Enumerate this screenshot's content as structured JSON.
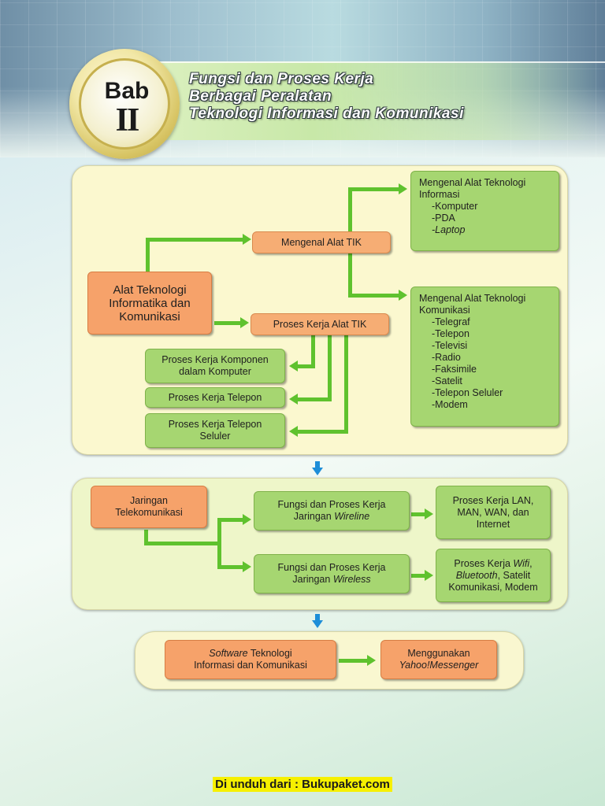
{
  "header": {
    "badge_label": "Bab",
    "badge_number": "II",
    "title_lines": [
      "Fungsi dan Proses Kerja",
      "Berbagai Peralatan",
      "Teknologi Informasi dan Komunikasi"
    ]
  },
  "section1": {
    "root": [
      "Alat Teknologi",
      "Informatika dan",
      "Komunikasi"
    ],
    "mengenal": "Mengenal Alat TIK",
    "proses": "Proses Kerja Alat TIK",
    "informasi": {
      "heading": [
        "Mengenal Alat Teknologi",
        "Informasi"
      ],
      "items": [
        "-Komputer",
        "-PDA",
        "-Laptop"
      ]
    },
    "komunikasi": {
      "heading": [
        "Mengenal Alat Teknologi",
        "Komunikasi"
      ],
      "items": [
        "-Telegraf",
        "-Telepon",
        "-Televisi",
        "-Radio",
        "-Faksimile",
        "-Satelit",
        "-Telepon Seluler",
        "-Modem"
      ]
    },
    "komponen": [
      "Proses Kerja Komponen",
      "dalam Komputer"
    ],
    "telepon": "Proses Kerja Telepon",
    "seluler": [
      "Proses Kerja Telepon",
      "Seluler"
    ]
  },
  "section2": {
    "root": [
      "Jaringan",
      "Telekomunikasi"
    ],
    "wireline": {
      "line1": "Fungsi dan Proses Kerja",
      "line2_pre": "Jaringan ",
      "line2_italic": "Wireline"
    },
    "wireless": {
      "line1": "Fungsi dan Proses Kerja",
      "line2_pre": "Jaringan ",
      "line2_italic": "Wireless"
    },
    "lan": [
      "Proses Kerja LAN,",
      "MAN, WAN, dan",
      "Internet"
    ],
    "wifi": {
      "line1_pre": "Proses Kerja ",
      "line1_italic": "Wifi",
      "line1_post": ",",
      "line2_italic": "Bluetooth",
      "line2_post": ", Satelit",
      "line3": "Komunikasi, Modem"
    }
  },
  "section3": {
    "software": {
      "line1_italic": "Software",
      "line1_post": " Teknologi",
      "line2": "Informasi dan Komunikasi"
    },
    "yahoo": {
      "line1": "Menggunakan",
      "line2_italic": "Yahoo!Messenger"
    }
  },
  "footer": "Di unduh dari : Bukupaket.com",
  "colors": {
    "green_box": "#a6d671",
    "orange_box": "#f6a26a",
    "arrow": "#5fc22e",
    "down_arrow": "#1e8ed8"
  }
}
